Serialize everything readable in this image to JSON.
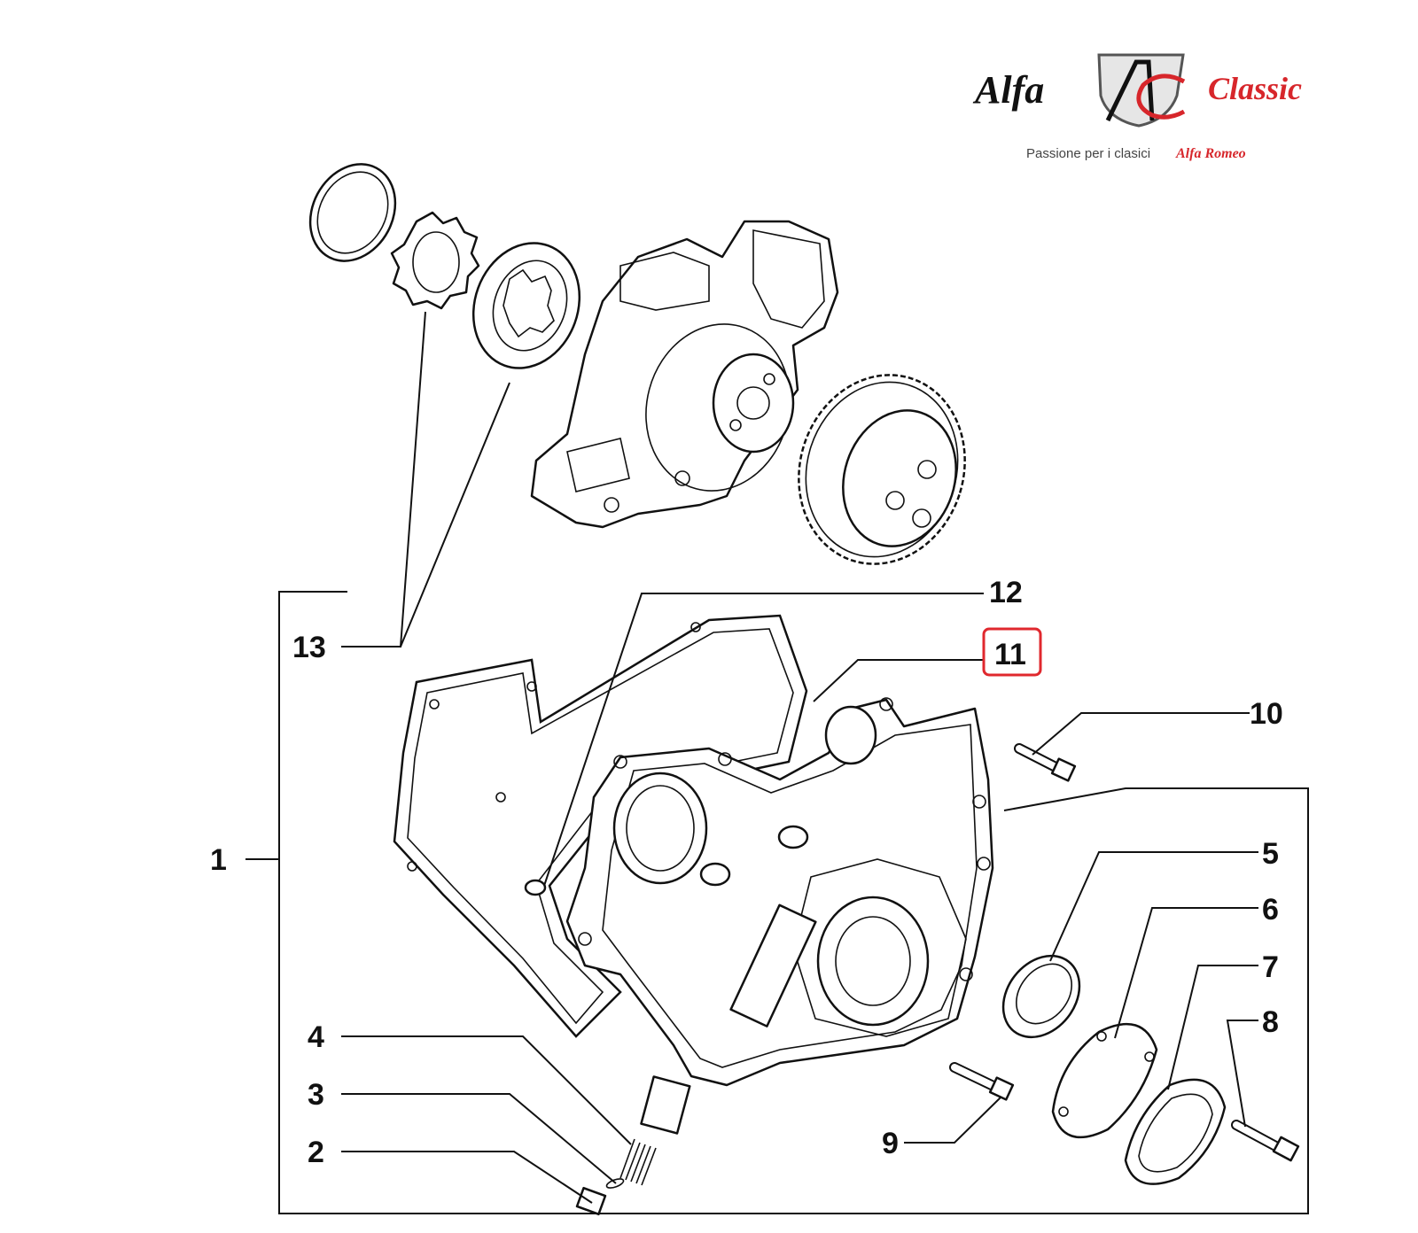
{
  "brand": {
    "left_word": "Alfa",
    "monogram": "AC",
    "right_word": "Classic",
    "tagline": "Passione per i clasici",
    "tagline_brand": "Alfa Romeo"
  },
  "colors": {
    "accent": "#d7262b",
    "ink": "#111111",
    "highlight_box": "#e0282e"
  },
  "callouts": [
    {
      "id": "1",
      "label": "1"
    },
    {
      "id": "2",
      "label": "2"
    },
    {
      "id": "3",
      "label": "3"
    },
    {
      "id": "4",
      "label": "4"
    },
    {
      "id": "5",
      "label": "5"
    },
    {
      "id": "6",
      "label": "6"
    },
    {
      "id": "7",
      "label": "7"
    },
    {
      "id": "8",
      "label": "8"
    },
    {
      "id": "9",
      "label": "9"
    },
    {
      "id": "10",
      "label": "10"
    },
    {
      "id": "11",
      "label": "11",
      "highlighted": true
    },
    {
      "id": "12",
      "label": "12"
    },
    {
      "id": "13",
      "label": "13"
    }
  ]
}
